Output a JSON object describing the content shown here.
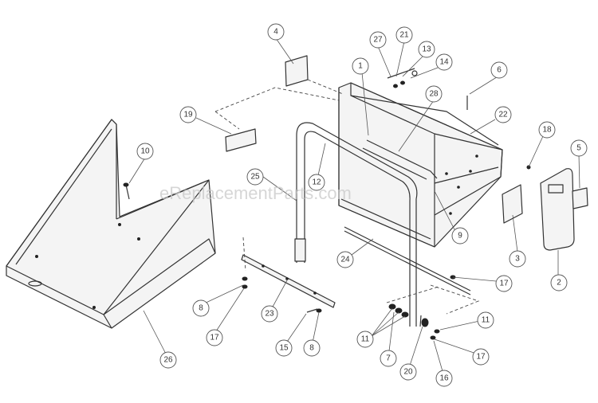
{
  "watermark": "eReplacementParts.com",
  "callouts": [
    {
      "id": "c4",
      "label": "4"
    },
    {
      "id": "c27",
      "label": "27"
    },
    {
      "id": "c21",
      "label": "21"
    },
    {
      "id": "c13",
      "label": "13"
    },
    {
      "id": "c14",
      "label": "14"
    },
    {
      "id": "c1",
      "label": "1"
    },
    {
      "id": "c6",
      "label": "6"
    },
    {
      "id": "c28",
      "label": "28"
    },
    {
      "id": "c19",
      "label": "19"
    },
    {
      "id": "c22",
      "label": "22"
    },
    {
      "id": "c18",
      "label": "18"
    },
    {
      "id": "c10",
      "label": "10"
    },
    {
      "id": "c5",
      "label": "5"
    },
    {
      "id": "c12",
      "label": "12"
    },
    {
      "id": "c25",
      "label": "25"
    },
    {
      "id": "c9",
      "label": "9"
    },
    {
      "id": "c3",
      "label": "3"
    },
    {
      "id": "c24",
      "label": "24"
    },
    {
      "id": "c2",
      "label": "2"
    },
    {
      "id": "c17a",
      "label": "17"
    },
    {
      "id": "c8a",
      "label": "8"
    },
    {
      "id": "c23",
      "label": "23"
    },
    {
      "id": "c17b",
      "label": "17"
    },
    {
      "id": "c11a",
      "label": "11"
    },
    {
      "id": "c11b",
      "label": "11"
    },
    {
      "id": "c15",
      "label": "15"
    },
    {
      "id": "c8b",
      "label": "8"
    },
    {
      "id": "c7",
      "label": "7"
    },
    {
      "id": "c17c",
      "label": "17"
    },
    {
      "id": "c20",
      "label": "20"
    },
    {
      "id": "c16",
      "label": "16"
    },
    {
      "id": "c26",
      "label": "26"
    }
  ]
}
